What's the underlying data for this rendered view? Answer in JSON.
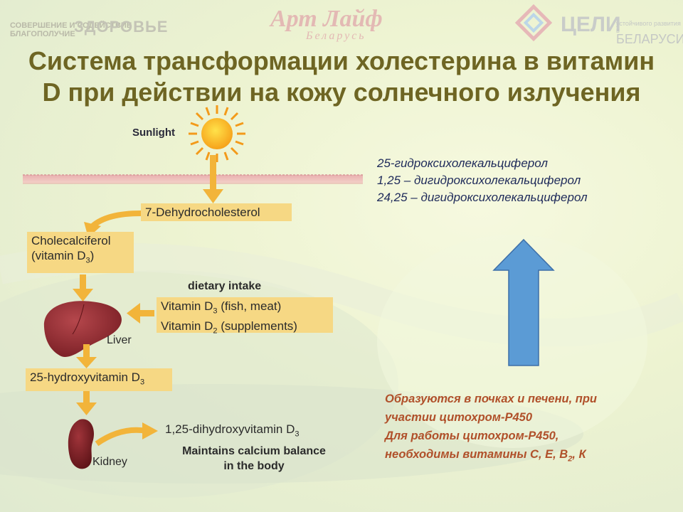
{
  "logos": {
    "left_small": "СОВЕРШЕНИЕ И СОДЕЙСТВИЕ",
    "left_small2": "БЛАГОПОЛУЧИЕ",
    "left_big": "ЗДОРОВЬЕ",
    "middle": "Арт Лайф",
    "middle_sub": "Беларусь",
    "right_big": "ЦЕЛИ",
    "right_small": "устойчивого развития в",
    "right_small2": "БЕЛАРУСИ"
  },
  "title": {
    "line1": "Система трансформации холестерина в витамин",
    "line2": "D при действии на кожу солнечного излучения"
  },
  "diagram": {
    "sunlight": "Sunlight",
    "dehydro": "7-Dehydrocholesterol",
    "chole_line1": "Cholecalciferol",
    "chole_line2_prefix": "(vitamin D",
    "chole_line2_sub": "3",
    "chole_line2_suffix": ")",
    "dietary": "dietary intake",
    "vitd3_prefix": "Vitamin D",
    "vitd3_sub": "3",
    "vitd3_suffix": " (fish, meat)",
    "vitd2_prefix": "Vitamin D",
    "vitd2_sub": "2",
    "vitd2_suffix": " (supplements)",
    "liver": "Liver",
    "hydroxy_prefix": "25-hydroxyvitamin D",
    "hydroxy_sub": "3",
    "dihydroxy_prefix": "1,25-dihydroxyvitamin D",
    "dihydroxy_sub": "3",
    "kidney": "Kidney",
    "maintains_line1": "Maintains calcium balance",
    "maintains_line2": "in the body"
  },
  "metabolites": [
    "25-гидроксихолекальциферол",
    "1,25 – дигидроксихолекальциферол",
    "24,25 – дигидроксихолекальциферол"
  ],
  "note": {
    "line1": "Образуются в почках и печени, при",
    "line2": "участии цитохром-Р450",
    "line3": "Для работы цитохром-Р450,",
    "line4_prefix": "необходимы витамины С, Е, В",
    "line4_sub": "2",
    "line4_suffix": ", К"
  },
  "colors": {
    "title": "#6e6523",
    "box": "#f6d884",
    "arrow_orange": "#f2b43a",
    "blue_arrow": "#5b9bd5",
    "metabolite_text": "#1e2a5a",
    "note_text": "#b0502a"
  }
}
